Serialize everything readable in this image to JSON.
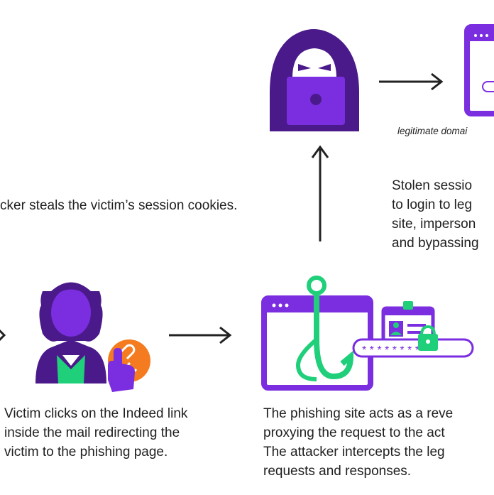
{
  "labels": {
    "legitimate_domain": "legitimate domai",
    "steal_cookies": "cker steals the victim’s session cookies.",
    "stolen_session": [
      "Stolen sessio",
      "to login to leg",
      "site, imperson",
      "and bypassing"
    ],
    "victim_clicks": [
      "Victim clicks on the Indeed link",
      "inside the mail redirecting the",
      "victim to the phishing page."
    ],
    "phishing_site": [
      "The phishing site acts as a reve",
      "proxying the request to the act",
      "The attacker intercepts the leg",
      "requests and responses."
    ]
  },
  "password_mask": "* * * * * * * *",
  "colors": {
    "purple": "#7a2ee0",
    "dark_purple": "#4b1a8a",
    "green": "#1fcf7a",
    "orange": "#f47b20",
    "arrow": "#222222"
  }
}
